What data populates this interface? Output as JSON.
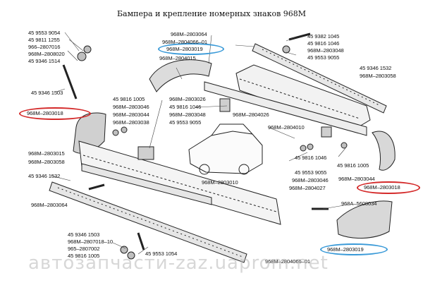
{
  "title": "Бампера и крепление номерных знаков 968М",
  "watermark": "автозапчасти-zaz.uaprom.net",
  "highlight_colors": {
    "red": "#d42a2a",
    "blue": "#3a9ad8"
  },
  "labels": [
    "45 9553 9054",
    "45 9811 1255",
    "966–2807016",
    "968М–2808020",
    "45 9346 1514",
    "45 9346 1503",
    "968М–2803018",
    "968М–2803064",
    "968М–2804066–01",
    "968М–2803019",
    "968М–2804015",
    "45 9382 1045",
    "45 9816 1046",
    "968М–2803048",
    "45 9553 9055",
    "45 9346 1532",
    "968М–2803058",
    "45 9816 1005",
    "968М–2803026",
    "968М–2803046",
    "968М–2803044",
    "968М–2803048",
    "968М–2803038",
    "45 9816 1046",
    "45 9553 9055",
    "968М–2804026",
    "968М–2804010",
    "968М–2803015",
    "968М–2803058",
    "45 9346 1532",
    "968М–2803010",
    "968М–2803064",
    "45 9816 1046",
    "45 9816 1005",
    "45 9553 9055",
    "968М–2803046",
    "968М–2804027",
    "968М–2803044",
    "968М–2803018",
    "968А–5608034",
    "45 9346 1503",
    "968М–2807018–10",
    "965–2807002",
    "45 9816 1005",
    "45 9553 1054",
    "968М–2803019",
    "968М–2804066–01"
  ]
}
